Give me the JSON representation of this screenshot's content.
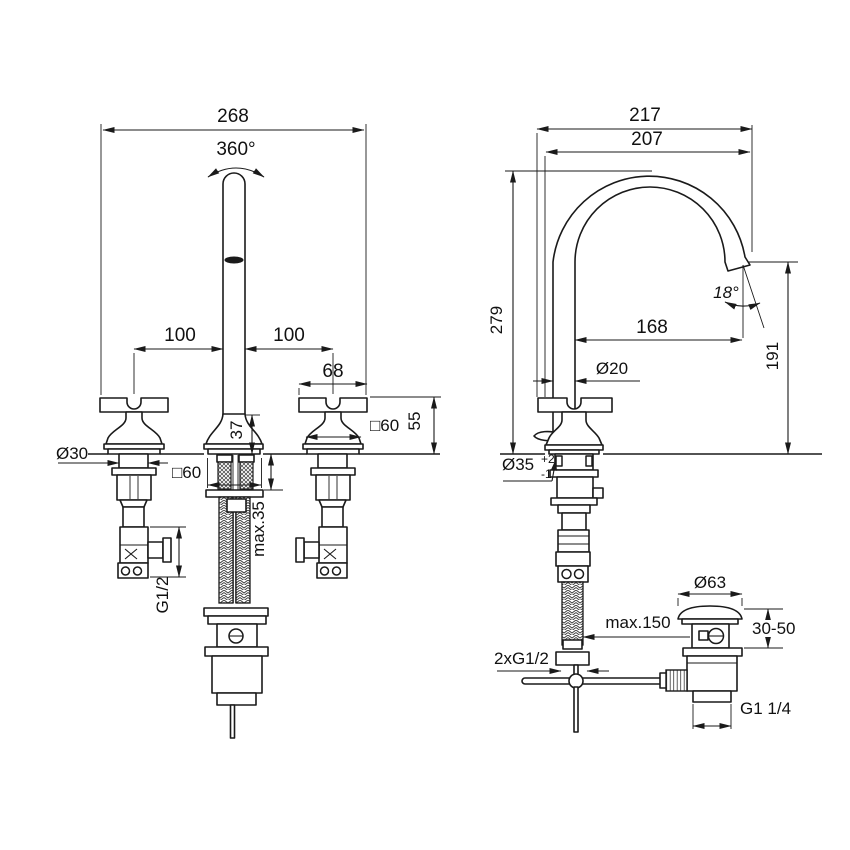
{
  "drawing": {
    "title": "3-hole basin mixer with high swivel spout - dimensional drawing",
    "colors": {
      "line": "#1a1a1a",
      "background": "#ffffff"
    },
    "front": {
      "overall_width": "268",
      "swivel": "360°",
      "spacing_left": "100",
      "spacing_right": "100",
      "handle_width": "68",
      "base_height": "37",
      "handle_height": "55",
      "handle_box": "□60",
      "handle_dia": "Ø30",
      "center_box": "□60",
      "deck_max": "max.35",
      "valve_thread": "G1/2"
    },
    "side": {
      "reach_overall": "217",
      "reach_base": "207",
      "height": "279",
      "outlet_angle": "18°",
      "outlet_reach": "168",
      "outlet_height": "191",
      "spout_dia": "Ø20",
      "hole_dia": "Ø35",
      "hole_tol_plus": "+2",
      "hole_tol_minus": "-1",
      "waste_cap_dia": "Ø63",
      "rod_max": "max.150",
      "clamp_range": "30-50",
      "inlet_thread": "2xG1/2",
      "waste_thread": "G1 1/4"
    }
  }
}
